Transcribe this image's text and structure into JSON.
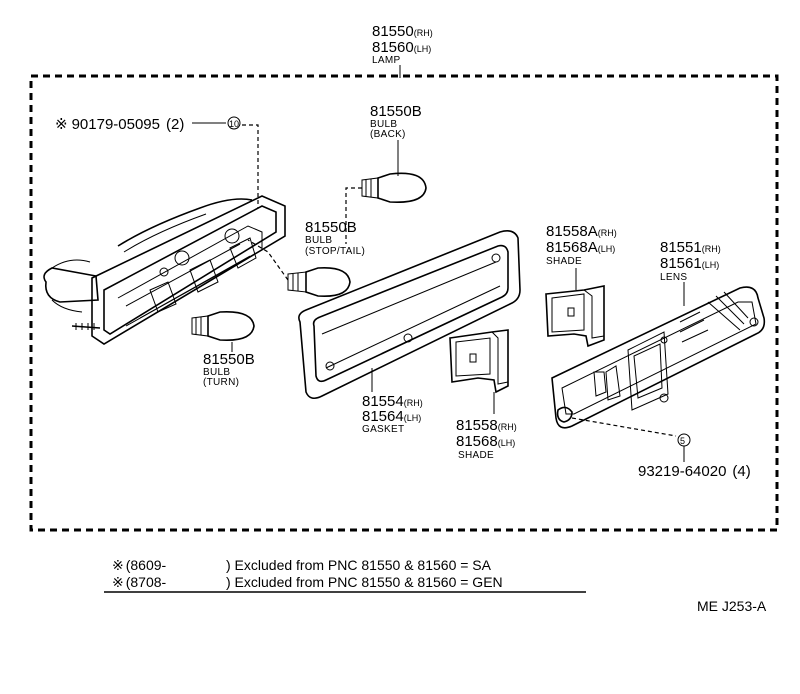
{
  "lamp": {
    "rh": "81550",
    "rh_tag": "(RH)",
    "lh": "81560",
    "lh_tag": "(LH)",
    "caption": "LAMP"
  },
  "screw": {
    "mark": "※",
    "pn": "90179-05095",
    "qty": "(2)"
  },
  "bulb_back": {
    "pn": "81550B",
    "cap1": "BULB",
    "cap2": "(BACK)"
  },
  "bulb_stop": {
    "pn": "81550B",
    "cap1": "BULB",
    "cap2": "(STOP/TAIL)"
  },
  "bulb_turn": {
    "pn": "81550B",
    "cap1": "BULB",
    "cap2": "(TURN)"
  },
  "gasket": {
    "rh": "81554",
    "rh_tag": "(RH)",
    "lh": "81564",
    "lh_tag": "(LH)",
    "caption": "GASKET"
  },
  "shade_a": {
    "rh": "81558A",
    "rh_tag": "(RH)",
    "lh": "81568A",
    "lh_tag": "(LH)",
    "caption": "SHADE"
  },
  "shade": {
    "rh": "81558",
    "rh_tag": "(RH)",
    "lh": "81568",
    "lh_tag": "(LH)",
    "caption": "SHADE"
  },
  "lens": {
    "rh": "81551",
    "rh_tag": "(RH)",
    "lh": "81561",
    "lh_tag": "(LH)",
    "caption": "LENS"
  },
  "lens_screw": {
    "pn": "93219-64020",
    "qty": "(4)"
  },
  "callouts": {
    "screw_symbol": "10",
    "lens_screw_symbol": "5"
  },
  "footnotes": [
    {
      "mark": "※",
      "date": "(8609-",
      "text": ") Excluded from PNC 81550 & 81560 = SA"
    },
    {
      "mark": "※",
      "date": "(8708-",
      "text": ") Excluded from PNC 81550 & 81560 = GEN"
    }
  ],
  "diagram_code": "ME J253-A"
}
